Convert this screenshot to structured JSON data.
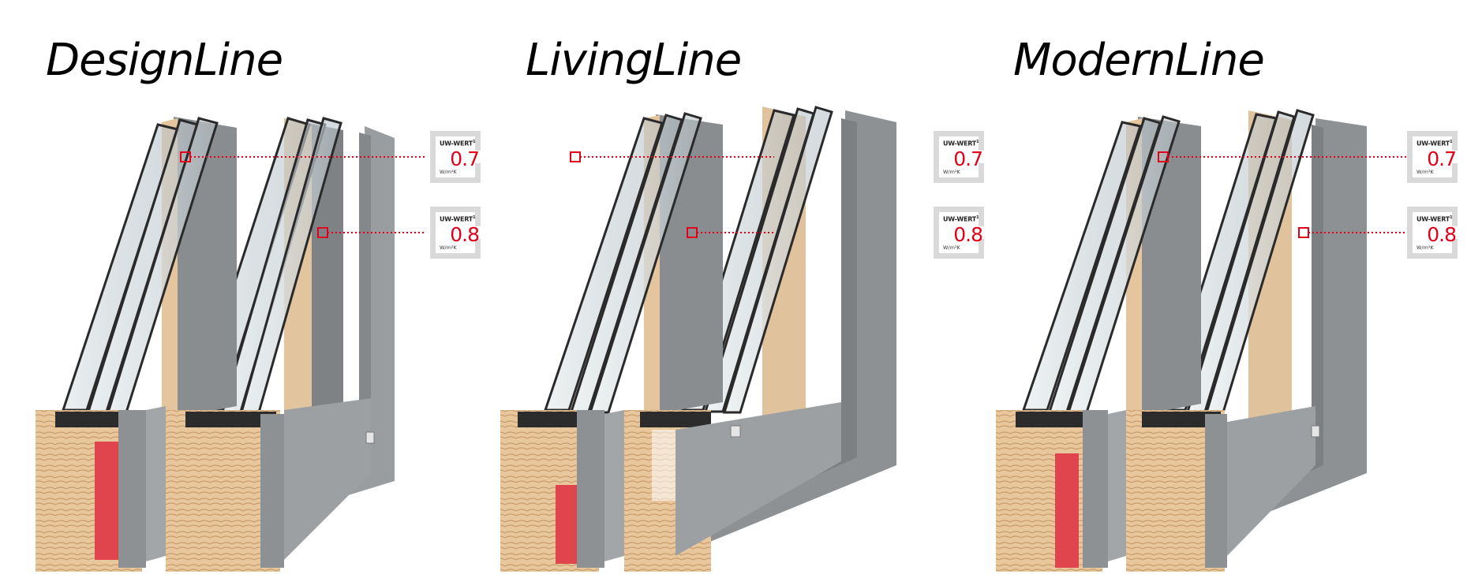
{
  "products": [
    {
      "name": "DesignLine",
      "ratings": [
        {
          "label": "UW-WERT",
          "sup": "1",
          "value": "0.7",
          "unit": "W/m²K"
        },
        {
          "label": "UW-WERT",
          "sup": "1",
          "value": "0.8",
          "unit": "W/m²K"
        }
      ]
    },
    {
      "name": "LivingLine",
      "ratings": [
        {
          "label": "UW-WERT",
          "sup": "1",
          "value": "0.7",
          "unit": "W/m²K"
        },
        {
          "label": "UW-WERT",
          "sup": "1",
          "value": "0.8",
          "unit": "W/m²K"
        }
      ]
    },
    {
      "name": "ModernLine",
      "ratings": [
        {
          "label": "UW-WERT",
          "sup": "1",
          "value": "0.7",
          "unit": "W/m²K"
        },
        {
          "label": "UW-WERT",
          "sup": "1",
          "value": "0.8",
          "unit": "W/m²K"
        }
      ]
    }
  ],
  "colors": {
    "accent_red": "#e3001b",
    "aluminium": "#8e9194",
    "wood": "#e6c39a",
    "insulation_red": "#e0454e",
    "glass": "#cdd6da",
    "badge_frame": "#d9d9d9"
  }
}
